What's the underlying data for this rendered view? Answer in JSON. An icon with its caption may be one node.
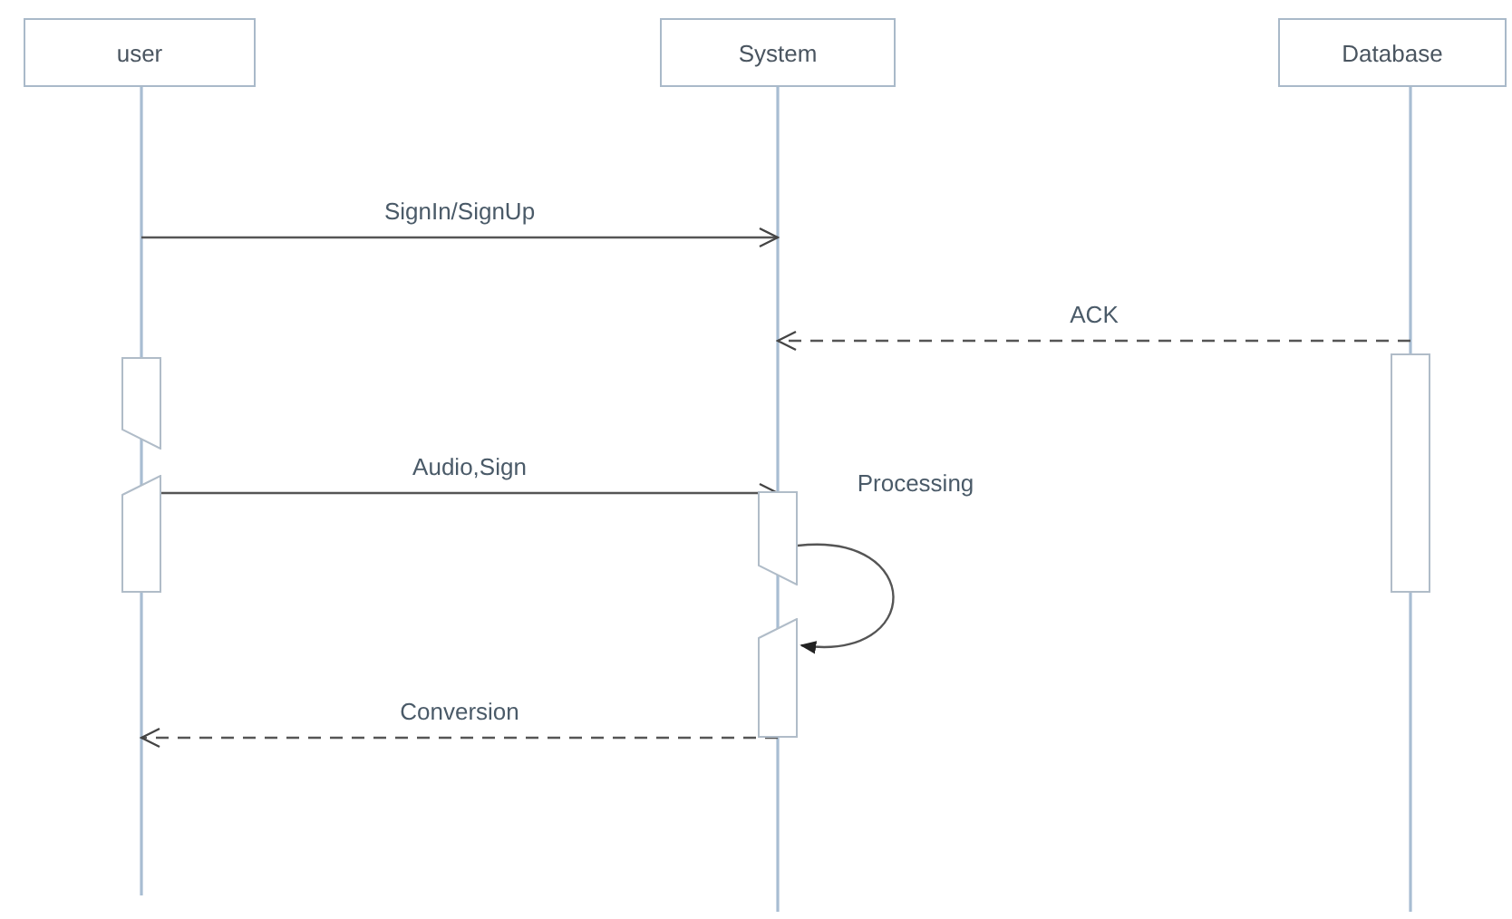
{
  "diagram": {
    "nodes": [
      {
        "text": [
          "user"
        ]
      },
      {
        "text": [
          "System"
        ]
      },
      {
        "text": [
          "Database"
        ]
      },
      {
        "text": [],
        "shape": "line"
      },
      {
        "text": [],
        "shape": "line"
      },
      {
        "text": [],
        "shape": "line"
      },
      {
        "text": [],
        "shape": "bar"
      },
      {
        "text": [],
        "shape": "bar"
      },
      {
        "text": [],
        "shape": "bar"
      },
      {
        "text": [],
        "shape": "bar"
      },
      {
        "text": [],
        "shape": "bar"
      }
    ],
    "edges": [
      {
        "from": 3,
        "to": 4,
        "arrow": "to",
        "label": "SignIn/SignUp"
      },
      {
        "from": 5,
        "to": 4,
        "arrow": "to",
        "label": "ACK",
        "style": "dashed"
      },
      {
        "from": 7,
        "to": 8,
        "arrow": "to",
        "label": "Audio,Sign"
      },
      {
        "from": 8,
        "to": 9,
        "arrow": "to",
        "label": "Processing"
      },
      {
        "from": 9,
        "to": 3,
        "arrow": "to",
        "label": "Conversion",
        "style": "dashed"
      }
    ]
  }
}
